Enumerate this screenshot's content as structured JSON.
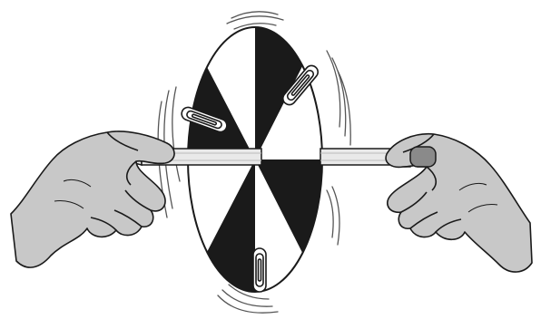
{
  "illustration": {
    "subject": "spinning-disk-on-pencil",
    "disk": {
      "sector_count": 8,
      "dark_color": "#1a1a1a",
      "light_color": "#ffffff"
    },
    "paper_clip_count": 3,
    "hand_color": "#c8c8c8",
    "pencil_color": "#e9e9e9",
    "outline_color": "#1a1a1a",
    "motion_lines_color": "#555555",
    "icons": [
      "disk",
      "paper-clip",
      "pencil",
      "hand",
      "motion-lines"
    ]
  }
}
